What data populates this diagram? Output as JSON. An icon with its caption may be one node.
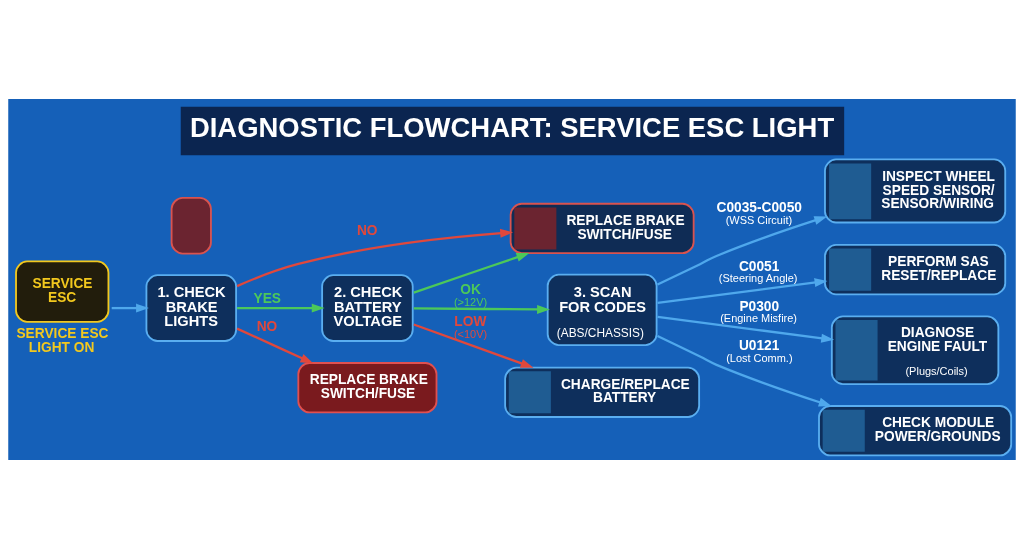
{
  "diagram": {
    "title": "DIAGNOSTIC FLOWCHART: SERVICE ESC LIGHT",
    "nodes": [
      {
        "text": [
          "SERVICE ESC"
        ],
        "beside": [
          "SERVICE ESC LIGHT ON"
        ]
      },
      {
        "text": [
          "1. CHECK BRAKE LIGHTS"
        ]
      },
      {
        "text": [
          "2. CHECK BATTERY VOLTAGE"
        ]
      },
      {
        "text": [
          "3. SCAN FOR CODES",
          "(ABS/CHASSIS)"
        ]
      },
      {
        "text": [
          "REPLACE BRAKE SWITCH/FUSE"
        ]
      },
      {
        "text": [],
        "shape": "box"
      },
      {
        "text": [
          "REPLACE BRAKE SWITCH/FUSE"
        ]
      },
      {
        "text": [
          "CHARGE/REPLACE BATTERY"
        ]
      },
      {
        "text": [
          "INSPECT WHEEL SPEED SENSOR/ SENSOR/WIRING"
        ]
      },
      {
        "text": [
          "PERFORM SAS RESET/REPLACE"
        ]
      },
      {
        "text": [
          "DIAGNOSE ENGINE FAULT",
          "(Plugs/Coils)"
        ]
      },
      {
        "text": [
          "CHECK MODULE POWER/GROUNDS"
        ]
      }
    ],
    "edges": [
      {
        "from": 0,
        "to": 1,
        "arrow": "to"
      },
      {
        "from": 1,
        "to": 4,
        "arrow": "to",
        "label": "NO",
        "color": "#e0483c"
      },
      {
        "from": 1,
        "to": 2,
        "arrow": "to",
        "label": "YES",
        "color": "#4cc85a"
      },
      {
        "from": 1,
        "to": 6,
        "arrow": "to",
        "label": "NO",
        "color": "#e0483c"
      },
      {
        "from": 2,
        "to": 4,
        "arrow": "to",
        "color": "#4cc85a"
      },
      {
        "from": 2,
        "to": 3,
        "arrow": "to",
        "label": "OK (>12V)",
        "color": "#4cc85a"
      },
      {
        "from": 2,
        "to": 7,
        "arrow": "to",
        "label": "LOW (<10V)",
        "color": "#e0483c"
      },
      {
        "from": 3,
        "to": 8,
        "arrow": "to",
        "label": "C0035-C0050 (WSS Circuit)"
      },
      {
        "from": 3,
        "to": 9,
        "arrow": "to",
        "label": "C0051 (Steering Angle)"
      },
      {
        "from": 3,
        "to": 10,
        "arrow": "to",
        "label": "P0300 (Engine Misfire)"
      },
      {
        "from": 3,
        "to": 11,
        "arrow": "to",
        "label": "U0121 (Lost Comm.)"
      }
    ]
  }
}
